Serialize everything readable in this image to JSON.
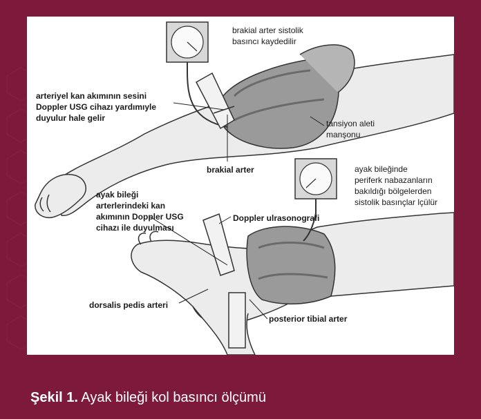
{
  "caption": {
    "number": "Şekil 1.",
    "text": " Ayak bileği kol basıncı ölçümü"
  },
  "labels": {
    "brakial_sistolik_1": "brakial arter sistolik",
    "brakial_sistolik_2": "basıncı kaydedilir",
    "arteriyel_1": "arteriyel kan akımının sesini",
    "arteriyel_2": "Doppler USG cihazı yardımıyle",
    "arteriyel_3": "duyulur hale gelir",
    "tansiyon_1": "tansiyon aleti",
    "tansiyon_2": "manşonu",
    "brakial_arter": "brakial arter",
    "ayak_bilegi_1": "ayak bileği",
    "ayak_bilegi_2": "arterlerindeki kan",
    "ayak_bilegi_3": "akımının Doppler USG",
    "ayak_bilegi_4": "cihazı ile duyulması",
    "doppler": "Doppler ulrasonografi",
    "periferk_1": "ayak bileğinde",
    "periferk_2": "periferk nabazanların",
    "periferk_3": "bakıldığı bölgelerden",
    "periferk_4": "sistolik basınçlar lçülür",
    "dorsalis": "dorsalis pedis arteri",
    "posterior": "posterior tibial arter"
  },
  "colors": {
    "background": "#7d1a3c",
    "panel": "#ffffff",
    "skin": "#ececec",
    "cuff": "#9a9a9a",
    "outline": "#333333"
  }
}
